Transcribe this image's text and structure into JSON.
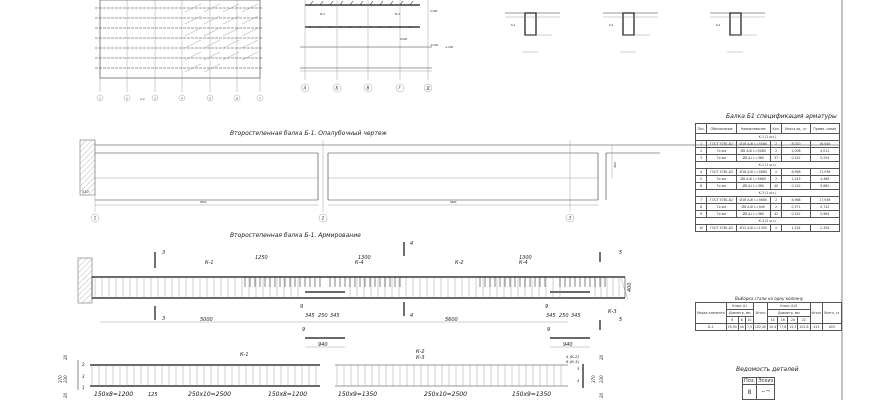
{
  "plan": {
    "axes": [
      "1",
      "2",
      "3",
      "4",
      "5",
      "6",
      "7"
    ],
    "beam_labels": [
      "Б-1",
      "Б-1",
      "Б-1",
      "Б-2"
    ],
    "cut_mark": "1-1"
  },
  "section": {
    "axes": [
      "А",
      "Б",
      "В",
      "Г",
      "Д"
    ],
    "labels": [
      "Б-1",
      "Б-2"
    ],
    "levels": [
      "4.200",
      "0.000",
      "-0.150",
      "-1.200"
    ]
  },
  "cross_sections": [
    {
      "label": "К-1"
    },
    {
      "label": "К-4"
    },
    {
      "label": "К-4"
    }
  ],
  "formwork": {
    "title": "Второстепенная балка Б-1. Опалубочный чертеж",
    "axes": [
      "1",
      "2",
      "3"
    ],
    "dims": [
      "510",
      "5000",
      "5600"
    ],
    "height": "400"
  },
  "reinforcement": {
    "title": "Второстепенная балка Б-1. Армирование",
    "dims_top": [
      "1250",
      "1300",
      "1300"
    ],
    "labels": [
      "К-1",
      "К-4",
      "К-2",
      "К-4",
      "К-3"
    ],
    "span_dims": [
      "5000",
      "5600"
    ],
    "support_dims": [
      "345",
      "250",
      "345"
    ],
    "height": "400",
    "section_marks": [
      "3",
      "4",
      "5"
    ],
    "pos9": "9",
    "detail_len": "940"
  },
  "cages": {
    "k1": {
      "label": "К-1",
      "spacing": [
        "150x8=1200",
        "125",
        "250x10=2500",
        "150x8=1200"
      ],
      "heights": [
        "20",
        "330",
        "20",
        "370"
      ],
      "positions": [
        "1",
        "2",
        "3"
      ]
    },
    "k2": {
      "label1": "К-2",
      "label2": "К-3",
      "spacing": [
        "150x9=1350",
        "250x10=2500",
        "150x9=1350"
      ],
      "heights": [
        "370",
        "330",
        "20",
        "20"
      ],
      "positions": [
        "5 (К-2)",
        "6 (К-3)",
        "3",
        "4"
      ]
    }
  },
  "spec_table": {
    "title": "Балка Б1 спецификация арматуры",
    "headers": [
      "Поз.",
      "Обозначение",
      "Наименование",
      "Кол.",
      "Масса ед., кг",
      "Приме- чание"
    ],
    "groups": [
      {
        "name": "К-1 (1 шт.)",
        "rows": [
          [
            "1",
            "ГОСТ 5781-82",
            "Ø16 A-III  L=5080",
            "2",
            "8,020",
            "16,040"
          ],
          [
            "2",
            "То же",
            "Ø8 A-III  L=5080",
            "2",
            "2,006",
            "4,012"
          ],
          [
            "3",
            "То же",
            "Ø8 A-I  L=360",
            "37",
            "0,142",
            "5,254"
          ]
        ]
      },
      {
        "name": "К-2 (1 шт.)",
        "rows": [
          [
            "4",
            "ГОСТ 5781-82",
            "Ø16 A-III  L=5680",
            "2",
            "8,968",
            "17,936"
          ],
          [
            "5",
            "То же",
            "Ø8 A-III  L=5680",
            "2",
            "2,243",
            "4,486"
          ],
          [
            "6",
            "То же",
            "Ø8 A-I  L=360",
            "40",
            "0,142",
            "5,680"
          ]
        ]
      },
      {
        "name": "К-3 (1 шт.)",
        "rows": [
          [
            "7",
            "ГОСТ 5781-82",
            "Ø16 A-III  L=5680",
            "2",
            "8,968",
            "17,936"
          ],
          [
            "8",
            "То же",
            "Ø8 A-III  L=940",
            "2",
            "0,371",
            "0,742"
          ],
          [
            "9",
            "То же",
            "Ø8 A-I  L=360",
            "42",
            "0,142",
            "5,964"
          ]
        ]
      },
      {
        "name": "К-4 (2 шт.)",
        "rows": [
          [
            "10",
            "ГОСТ 5781-82",
            "Ø12 A-III  L=1300",
            "2",
            "1,154",
            "2,308"
          ]
        ]
      }
    ]
  },
  "steel_table": {
    "title": "Выборка стали на одну колонну",
    "col_mark": "Марка элемента",
    "class1": "Класс A-I",
    "class2": "Класс A-III",
    "diam": "Диаметр, мм",
    "total": "Итого",
    "grand": "Всего, кг",
    "d1": [
      "6",
      "8",
      "10"
    ],
    "d2": [
      "14",
      "16",
      "20",
      "22"
    ],
    "row": [
      "Б-1",
      "16,90",
      "40",
      "7,5",
      "102,40",
      "10,4",
      "77,8",
      "15,3",
      "102,8",
      "415",
      "625"
    ]
  },
  "details_table": {
    "title": "Ведомость деталей",
    "headers": [
      "Поз.",
      "Эскиз"
    ],
    "row_pos": "8"
  }
}
